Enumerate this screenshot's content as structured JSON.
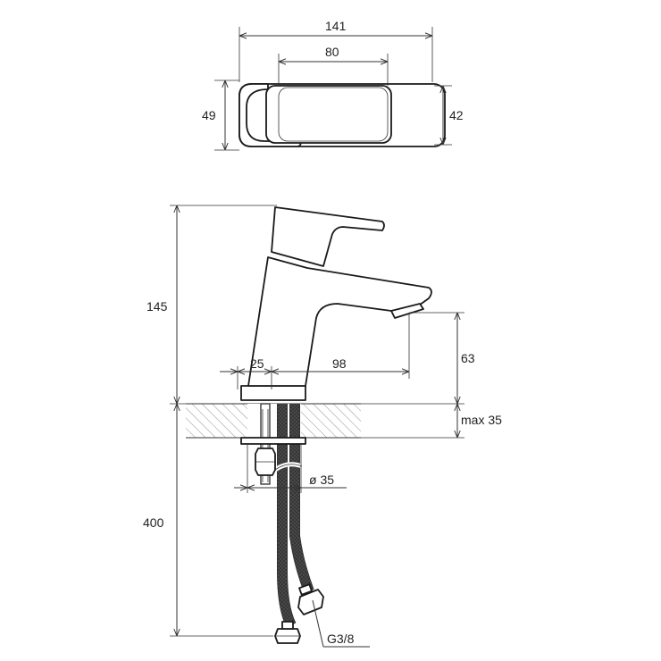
{
  "dimensions": {
    "top_width": "141",
    "top_lever": "80",
    "top_depth_left": "49",
    "top_depth_right": "42",
    "height": "145",
    "spout_height": "63",
    "base_offset": "25",
    "spout_reach": "98",
    "max_thickness": "max 35",
    "hole_diameter": "ø 35",
    "hose_length": "400",
    "thread": "G3/8"
  },
  "colors": {
    "line": "#1a1a1a",
    "dimension": "#333333",
    "background": "#ffffff"
  }
}
